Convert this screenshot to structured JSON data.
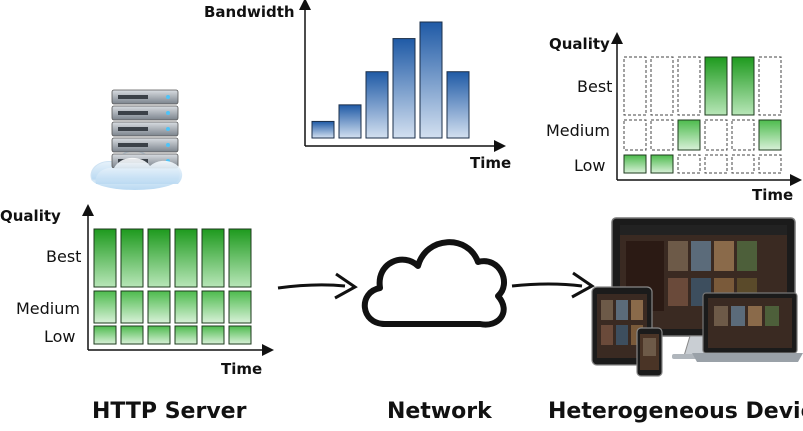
{
  "captions": {
    "server": "HTTP Server",
    "network": "Network",
    "devices": "Heterogeneous Devices"
  },
  "bandwidth_chart": {
    "ylabel": "Bandwidth",
    "xlabel": "Time",
    "values": [
      1,
      2,
      4,
      6,
      7,
      4
    ],
    "ylim": [
      0,
      7
    ]
  },
  "server_chart": {
    "ylabel": "Quality",
    "xlabel": "Time",
    "levels": [
      "Low",
      "Medium",
      "Best"
    ],
    "columns": 6
  },
  "client_chart": {
    "ylabel": "Quality",
    "xlabel": "Time",
    "levels": [
      "Low",
      "Medium",
      "Best"
    ],
    "selected": [
      "Low",
      "Low",
      "Medium",
      "Best",
      "Best",
      "Medium"
    ]
  },
  "colors": {
    "bandwidth_bar": "#2f6fb8",
    "bandwidth_bar_light": "#c9d8ea",
    "quality_green": "#27a327",
    "quality_green_light": "#d9f0d9",
    "axis": "#111111"
  },
  "icons": [
    "server-stack-icon",
    "cloud-icon",
    "network-cloud-icon",
    "devices-icon",
    "arrow-icon"
  ]
}
